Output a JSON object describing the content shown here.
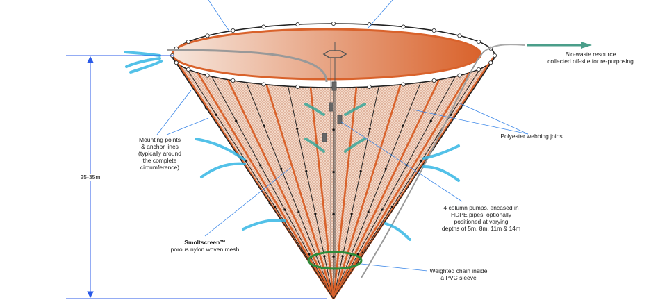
{
  "dimension": {
    "label": "25-35m"
  },
  "labels": {
    "biowaste": [
      "Bio-waste resource",
      "collected off-site for re-purposing"
    ],
    "mounting": [
      "Mounting points",
      "& anchor lines",
      "(typically around",
      "the complete",
      "circumference)"
    ],
    "webbing": "Polyester webbing joins",
    "pumps": [
      "4 column pumps, encased in",
      "HDPE pipes, optionally",
      "positioned at varying",
      "depths of 5m, 8m, 11m & 14m"
    ],
    "smoltscreen_title": "Smoltscreen™",
    "smoltscreen_sub": "porous nylon woven mesh",
    "chain": [
      "Weighted chain inside",
      "a PVC sleeve"
    ]
  },
  "colors": {
    "orange": "#d9622b",
    "flow": "#35b6e4",
    "pump_flow": "#3aa89a",
    "outflow": "#4a9e8a",
    "chain": "#2e8b3a",
    "leader": "#3a86e8"
  }
}
